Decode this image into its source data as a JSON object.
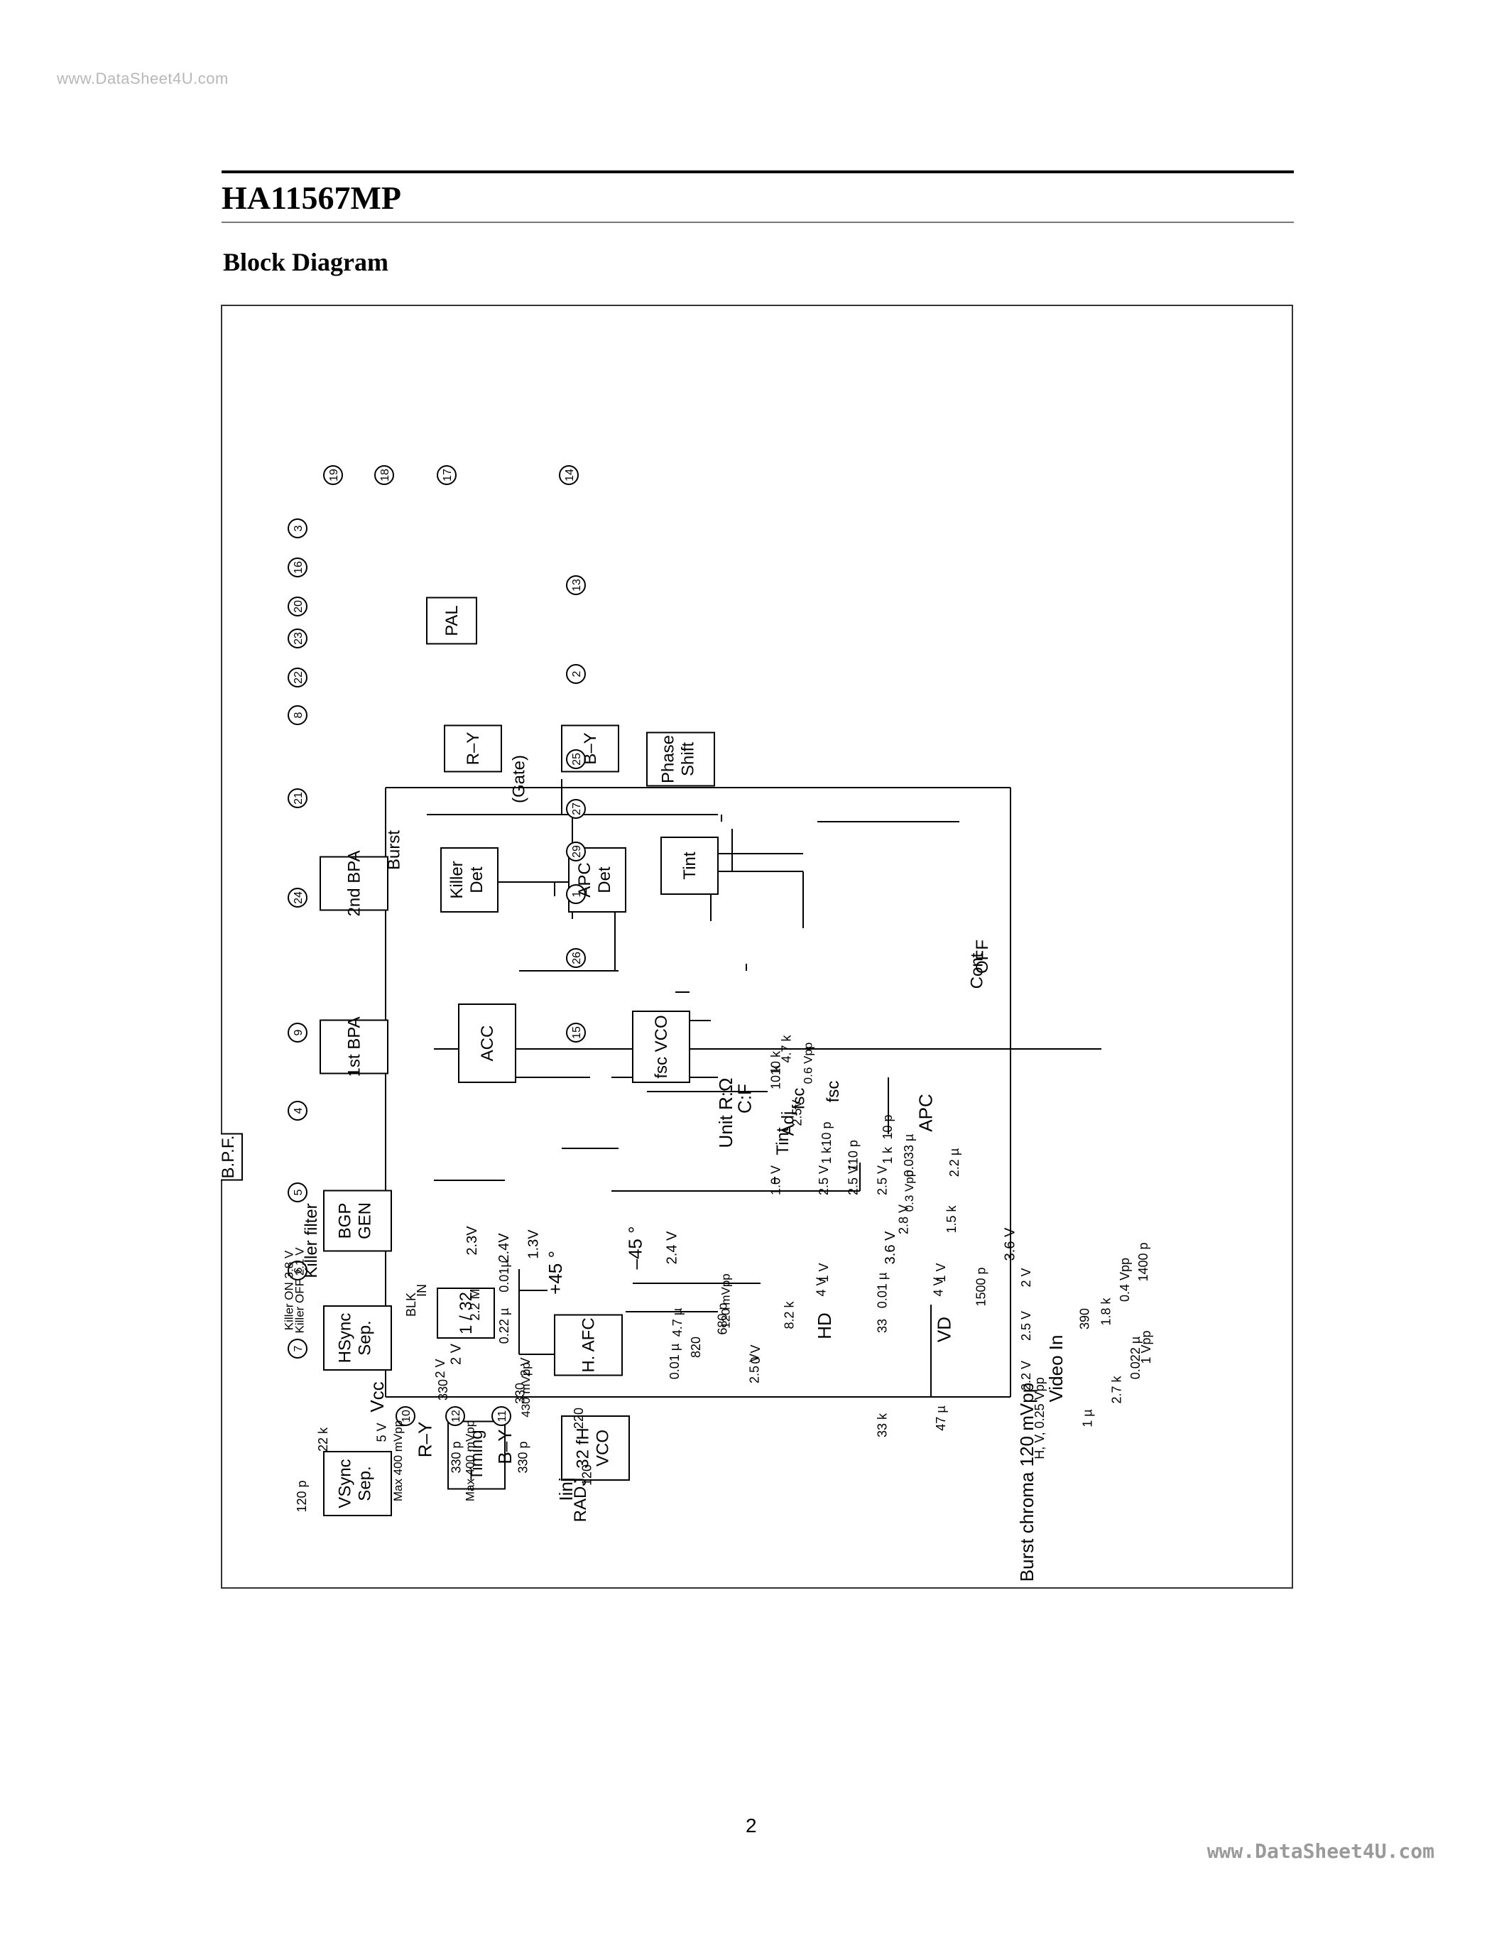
{
  "watermark_top": "www.DataSheet4U.com",
  "watermark_bottom": "www.DataSheet4U.com",
  "title": "HA11567MP",
  "section_title": "Block Diagram",
  "page_number": "2",
  "diagram": {
    "blocks": {
      "pal": "PAL",
      "r_y": "R–Y",
      "b_y": "B–Y",
      "phase_shift_1": "Phase",
      "phase_shift_2": "Shift",
      "bpa2": "2nd BPA",
      "killer_det_1": "Killer",
      "killer_det_2": "Det",
      "apc_det_1": "APC",
      "apc_det_2": "Det",
      "tint": "Tint",
      "bpa1": "1st BPA",
      "acc": "ACC",
      "fsc_vco": "fsc VCO",
      "bgp_gen_1": "BGP",
      "bgp_gen_2": "GEN",
      "hsync_1": "HSync",
      "hsync_2": "Sep.",
      "div32": "1 / 32",
      "hafc": "H. AFC",
      "vsync_1": "VSync",
      "vsync_2": "Sep.",
      "timing": "Timing",
      "vco32_1": "32 fH",
      "vco32_2": "VCO",
      "bpf": "B.P.F."
    },
    "pins": [
      "19",
      "18",
      "17",
      "14",
      "3",
      "16",
      "20",
      "23",
      "22",
      "8",
      "21",
      "24",
      "9",
      "4",
      "5",
      "6",
      "7",
      "10",
      "12",
      "11",
      "13",
      "2",
      "25",
      "27",
      "29",
      "1",
      "26",
      "15"
    ],
    "labels": {
      "unit_1": "Unit  R:Ω",
      "unit_2": "C:F",
      "plus45": "+45 °",
      "minus45": "–45 °",
      "burst": "Burst",
      "gate": "(Gate)",
      "vcc": "Vcc",
      "v5": "5 V",
      "blk_in_1": "BLK",
      "blk_in_2": "IN",
      "killer_on": "Killer ON 3.8 V",
      "killer_off": "Killer OFF 2.1 V",
      "killer_filter": "Killer filter",
      "c_120p": "120 p",
      "r_22k": "22 k",
      "max400_a": "Max 400 mVpp",
      "max400_b": "Max 400 mVpp",
      "ry_out": "R–Y",
      "by_out": "B–Y",
      "c_330p_a": "330 p",
      "r_330_a": "330",
      "c_330p_b": "330 p",
      "r_330_b": "330",
      "v2_pin18": "2 V",
      "v2_pin17": "2 V",
      "radj": "RADJ",
      "r_120": "120",
      "v2_pin3": "2 V",
      "r_2_2m": "2.2 M",
      "v2_3": "2.3V",
      "c_0_22u": "0.22 µ",
      "c_0_01u_a": "0.01µ",
      "v2_4_a": "2.4V",
      "mvpp430": "430 mVpp",
      "iinj": "Iinj",
      "r_220": "220",
      "v1_3": "1.3V",
      "c_0_01u_b": "0.01 µ",
      "c_4_7u": "4.7 µ",
      "v2_4_b": "2.4 V",
      "r_820": "820",
      "c_680p": "680 p",
      "mvpp120": "120 mVpp",
      "v2_5_a": "2.5 V",
      "v0": "0 V",
      "r_8_2k": "8.2 k",
      "v4_a": "4 V",
      "v1_a": "1 V",
      "hd": "HD",
      "c_0_01u_c": "0.01 µ",
      "r_33k": "33 k",
      "r_33": "33",
      "v3_6_a": "3.6 V",
      "v4_b": "4 V",
      "v1_b": "1 V",
      "c_47u": "47 µ",
      "vd": "VD",
      "c_1500p": "1500 p",
      "v3_6_b": "3.6 V",
      "burst_chroma": "Burst chroma 120 mVpp",
      "hv_025": "H, V, 0.25 Vpp",
      "video_in": "Video In",
      "v2_2": "2.2 V",
      "v2_5_b": "2.5 V",
      "v2_pin11": "2 V",
      "c_1u": "1 µ",
      "r_2_7k": "2.7 k",
      "c_0_022u": "0.022 µ",
      "r_390": "390",
      "r_1_8k": "1.8 k",
      "vpp1": "1 Vpp",
      "vpp04": "0.4 Vpp",
      "c_1400p": "1400 p",
      "r_10k_a": "10 k",
      "r_10k_b": "10 k",
      "r_4_7k": "4.7 k",
      "tint_adj_1": "Tint",
      "tint_adj_2": "Adj",
      "v1_0": "1.0 V",
      "v2_5_c": "2.5V",
      "fsc_1": "fsc",
      "vpp06": "0.6 Vpp",
      "v2_5_d": "2.5 V",
      "r_1k_a": "1 k",
      "c_10p_a": "10 p",
      "fsc_2": "fsc",
      "v2_5_e": "2.5 V",
      "c_110p": "110 p",
      "v2_5_f": "2.5 V",
      "r_1k_b": "1 k",
      "c_10p_b": "10 p",
      "v2_8": "2.8 V",
      "vpp03": "0.3 Vpp",
      "c_0_033u": "0.033 µ",
      "apc": "APC",
      "r_1_5k": "1.5 k",
      "c_2_2u": "2.2 µ",
      "cont_off_1": "Cont",
      "cont_off_2": "OFF"
    }
  }
}
